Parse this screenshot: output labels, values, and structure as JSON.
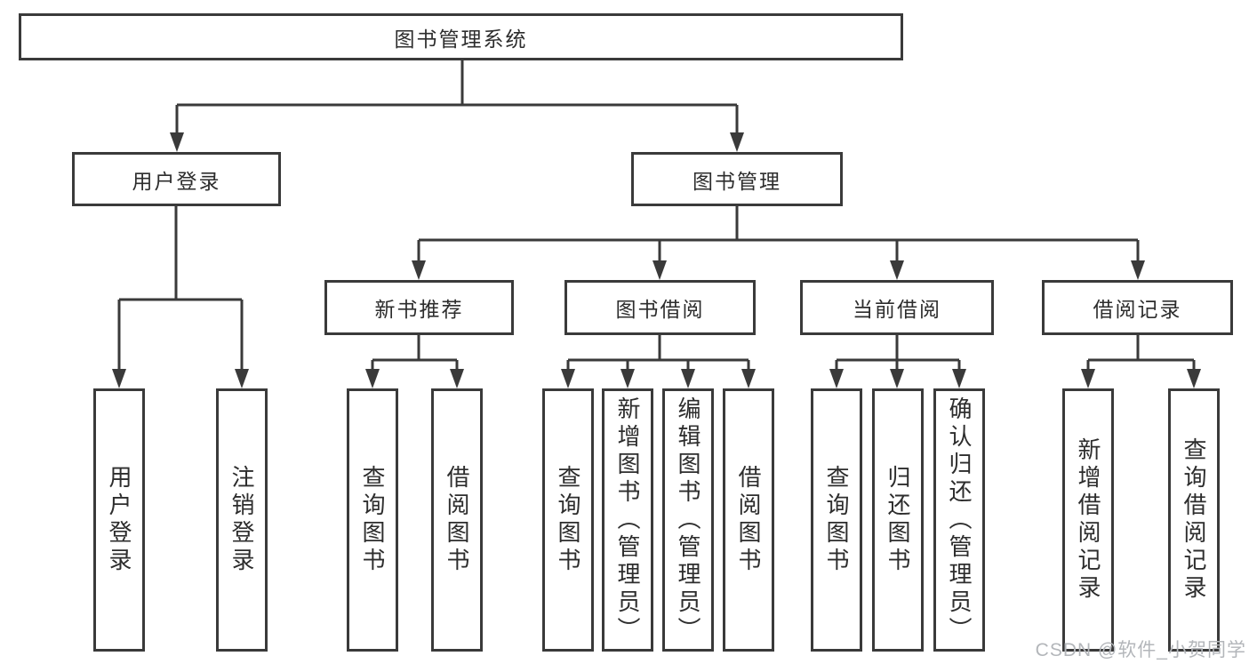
{
  "diagram": {
    "root": {
      "label": "图书管理系统",
      "children": [
        {
          "label": "用户登录",
          "children": [
            {
              "label": "用户登录"
            },
            {
              "label": "注销登录"
            }
          ]
        },
        {
          "label": "图书管理",
          "children": [
            {
              "label": "新书推荐",
              "children": [
                {
                  "label": "查询图书"
                },
                {
                  "label": "借阅图书"
                }
              ]
            },
            {
              "label": "图书借阅",
              "children": [
                {
                  "label": "查询图书"
                },
                {
                  "label": "新增图书（管理员）"
                },
                {
                  "label": "编辑图书（管理员）"
                },
                {
                  "label": "借阅图书"
                }
              ]
            },
            {
              "label": "当前借阅",
              "children": [
                {
                  "label": "查询图书"
                },
                {
                  "label": "归还图书"
                },
                {
                  "label": "确认归还（管理员）"
                }
              ]
            },
            {
              "label": "借阅记录",
              "children": [
                {
                  "label": "新增借阅记录"
                },
                {
                  "label": "查询借阅记录"
                }
              ]
            }
          ]
        }
      ]
    },
    "colors": {
      "line": "#3a3a3a",
      "text": "#2d2d2d",
      "background": "#ffffff",
      "watermark": "#b3b6ba"
    }
  },
  "watermark": {
    "text": "CSDN @软件_小贺同学"
  }
}
